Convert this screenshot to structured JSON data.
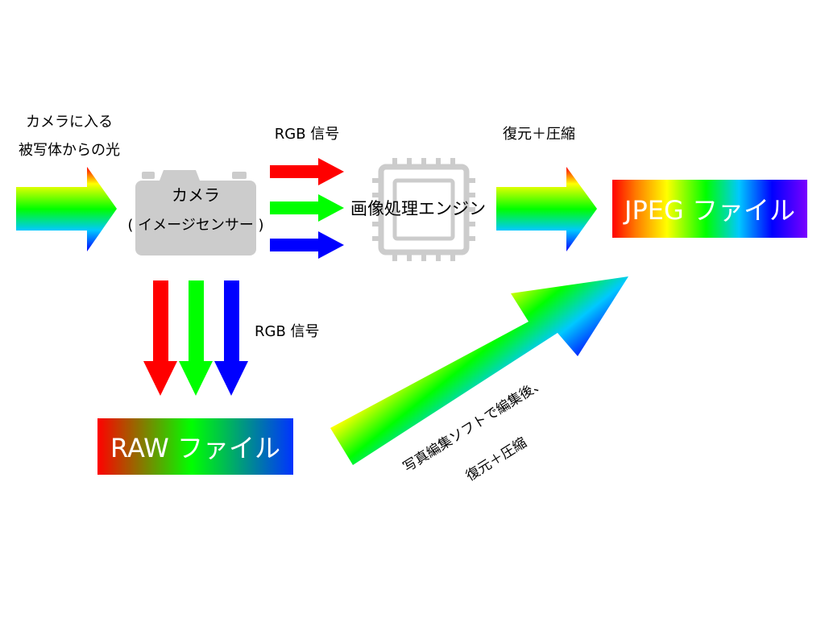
{
  "input_label": {
    "line1": "カメラに入る",
    "line2": "被写体からの光"
  },
  "camera": {
    "title": "カメラ",
    "subtitle": "( イメージセンサー )"
  },
  "rgb_signal_top": "RGB 信号",
  "rgb_signal_left": "RGB 信号",
  "engine_label": "画像処理エンジン",
  "restore_compress_top": "復元＋圧縮",
  "jpeg_file": "JPEG ファイル",
  "raw_file": "RAW ファイル",
  "diagonal_label": {
    "line1": "写真編集ソフトで編集後、",
    "line2": "復元＋圧縮"
  },
  "colors": {
    "red": "#ff0000",
    "green": "#00ff00",
    "blue": "#0000ff",
    "gray": "#cccccc"
  },
  "icons": [
    "camera-icon",
    "processor-chip-icon"
  ]
}
